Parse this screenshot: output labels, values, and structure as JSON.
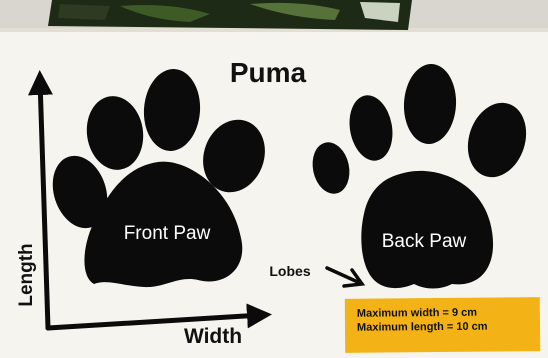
{
  "diagram": {
    "title": "Puma",
    "front_paw_label": "Front Paw",
    "back_paw_label": "Back Paw",
    "lobes_label": "Lobes",
    "axis_y_label": "Length",
    "axis_x_label": "Width",
    "info_box": {
      "max_width": "Maximum width = 9 cm",
      "max_length": "Maximum length = 10 cm"
    }
  },
  "colors": {
    "card": "#f6f4ee",
    "ink": "#0b0b0b",
    "info_box": "#f3b215",
    "photo_strip": "#1d2a16"
  },
  "icons": {
    "front": "paw-print-icon",
    "back": "paw-print-icon",
    "arrows": "arrow-icon"
  }
}
